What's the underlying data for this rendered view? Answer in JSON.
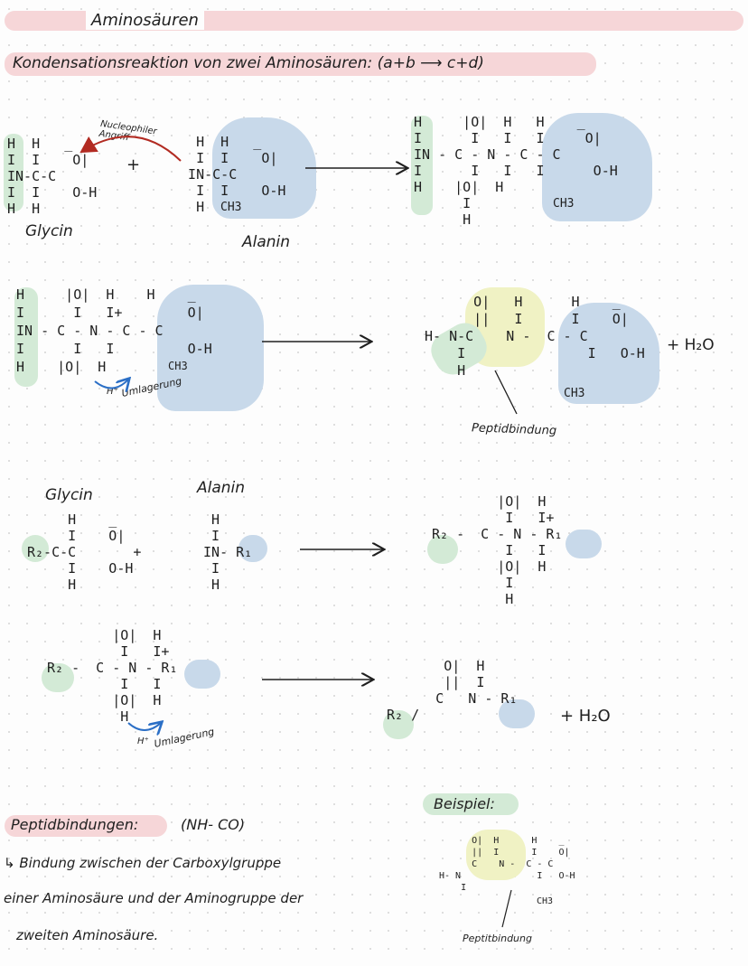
{
  "header": {
    "title": "Aminosäuren",
    "subtitle": "Kondensationsreaktion von zwei Aminosäuren: (a+b ⟶ c+d)"
  },
  "reaction1": {
    "label_glycin": "Glycin",
    "label_alanin": "Alanin",
    "nucleophilic_attack": "Nucleophiler Angriff",
    "plus": "+",
    "ch3": "CH3"
  },
  "reaction2": {
    "rearrangement": "Umlagerung",
    "h_plus": "H⁺",
    "peptide_bond": "Peptidbindung",
    "water": "+ H₂O",
    "ch3": "CH3"
  },
  "general": {
    "label_glycin": "Glycin",
    "label_alanin": "Alanin",
    "r1": "R₁",
    "r2": "R₂",
    "plus": "+",
    "rearrangement": "Umlagerung",
    "h_plus": "H⁺",
    "water": "+ H₂O"
  },
  "definition": {
    "title": "Peptidbindungen:",
    "formula": "(NH- CO)",
    "line1": "↳ Bindung zwischen der Carboxylgruppe",
    "line2": "einer Aminosäure und der Aminogruppe der",
    "line3": "zweiten Aminosäure."
  },
  "example": {
    "title": "Beispiel:",
    "peptide_bond": "Peptitbindung",
    "ch3": "CH3"
  },
  "colors": {
    "pink": "#f6d6d8",
    "green": "#d3ead6",
    "blue": "#c8d9ea",
    "yellow": "#f0f2c4",
    "red_arrow": "#b22b22",
    "blue_arrow": "#2b6fc6"
  }
}
